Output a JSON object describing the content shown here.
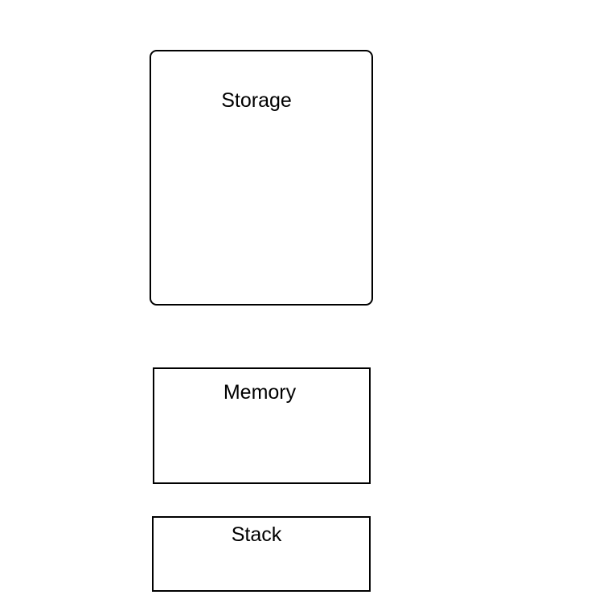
{
  "diagram": {
    "boxes": [
      {
        "id": "storage",
        "label": "Storage"
      },
      {
        "id": "memory",
        "label": "Memory"
      },
      {
        "id": "stack",
        "label": "Stack"
      }
    ],
    "colors": {
      "stroke": "#000000",
      "fill": "#ffffff",
      "text": "#000000"
    }
  }
}
